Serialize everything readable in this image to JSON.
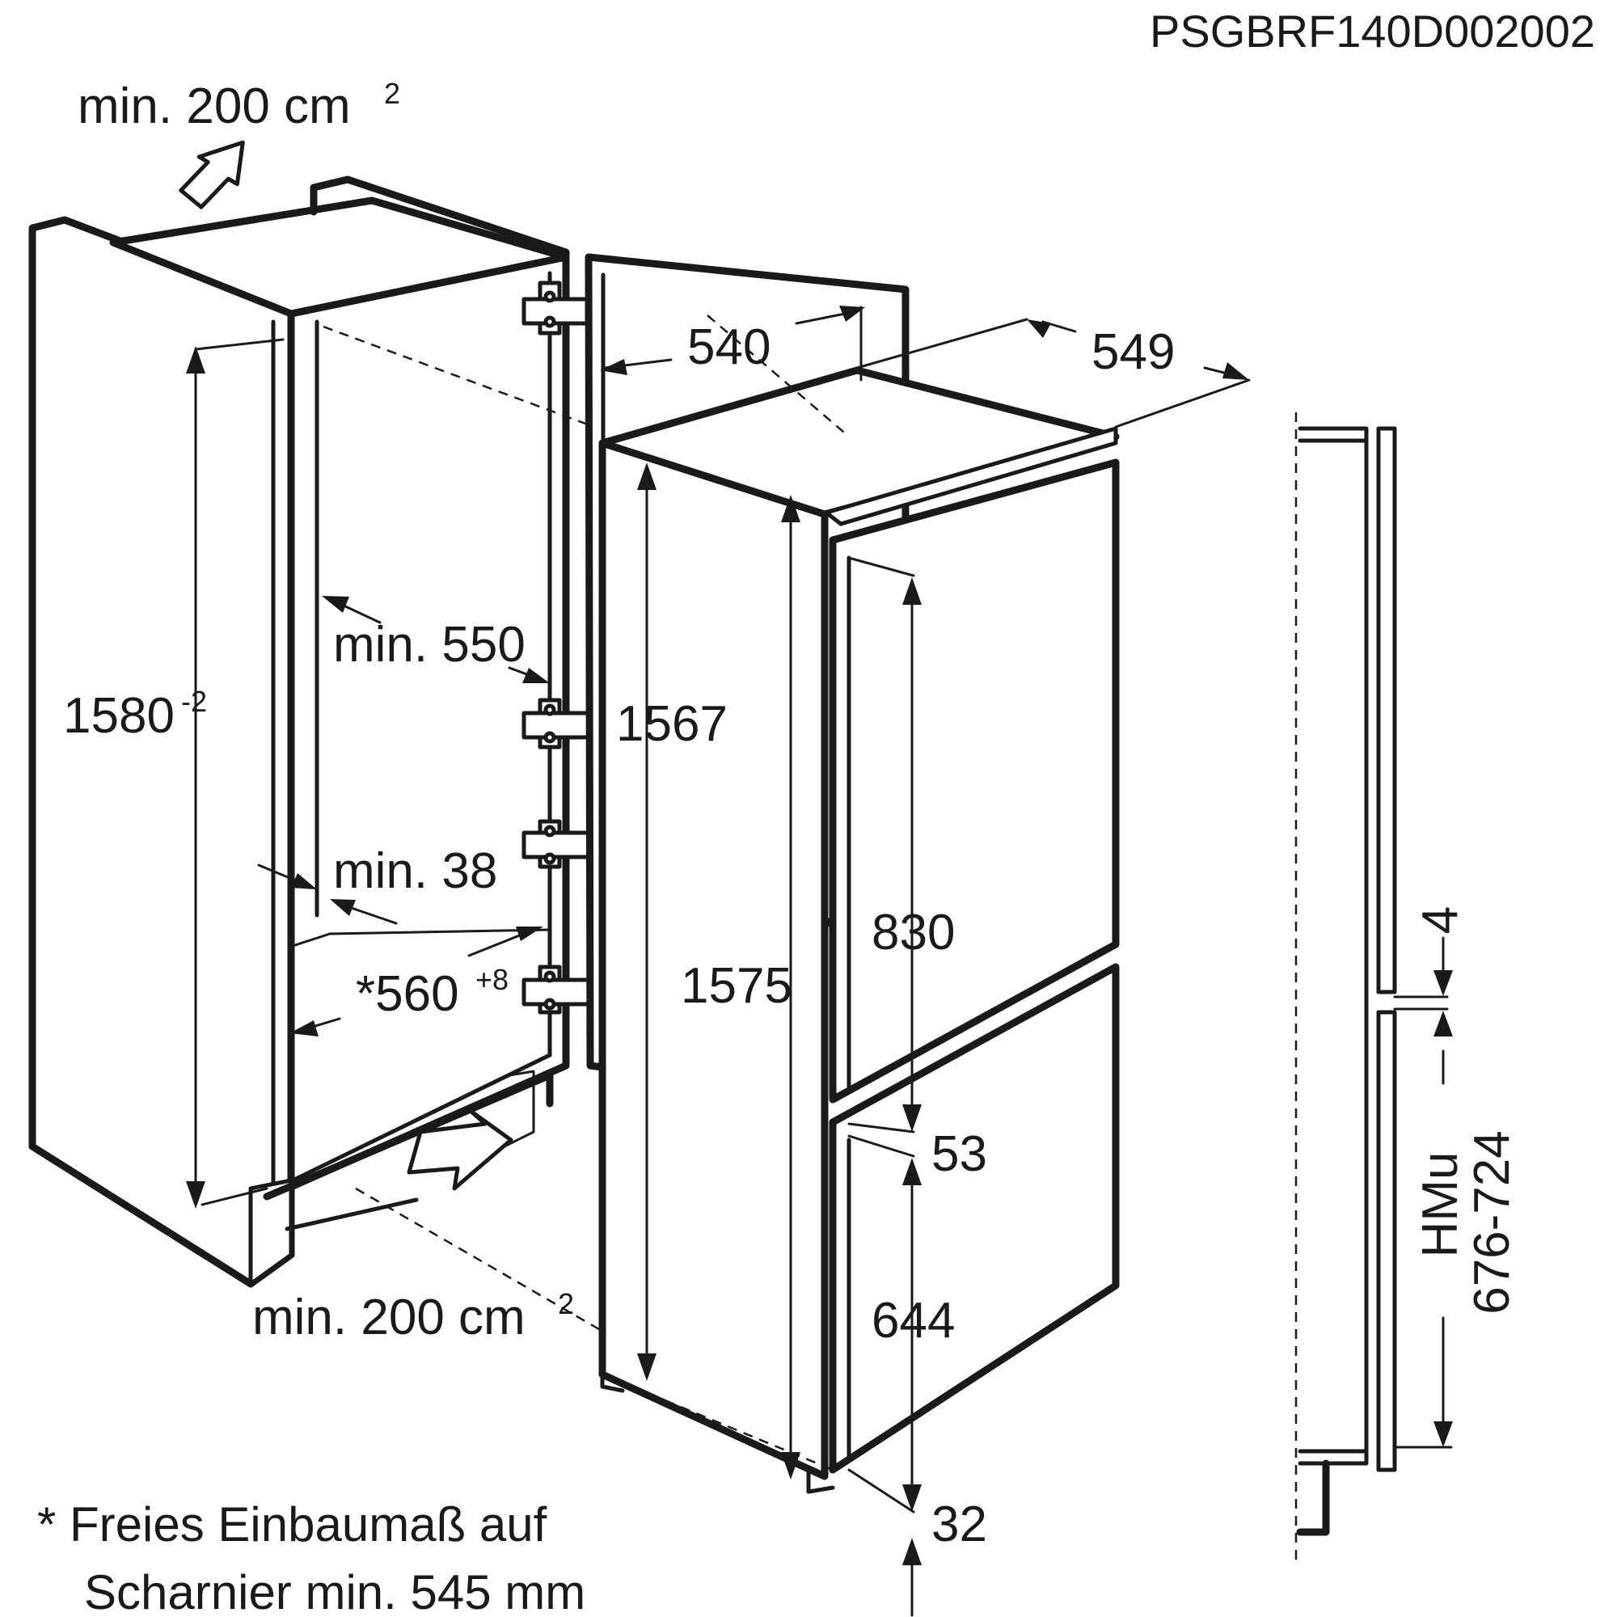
{
  "document_code": "PSGBRF140D002002",
  "ventilation": {
    "top_label": "min. 200 cm",
    "top_sup": "2",
    "bottom_label": "min. 200 cm",
    "bottom_sup": "2"
  },
  "niche": {
    "height": "1580",
    "height_tol": "-2",
    "depth_min": "min. 550",
    "side_min": "min. 38",
    "width": "*560",
    "width_tol": "+8"
  },
  "appliance": {
    "depth_top": "540",
    "depth_total": "549",
    "height_body": "1567",
    "height_total": "1575",
    "upper_door": "830",
    "door_gap": "53",
    "lower_door": "644",
    "bottom_offset": "32"
  },
  "side_view": {
    "gap": "4",
    "hmu_label": "HMu",
    "hmu_range": "676-724"
  },
  "footnote": {
    "line1": "* Freies Einbaumaß auf",
    "line2": "Scharnier min. 545 mm"
  }
}
